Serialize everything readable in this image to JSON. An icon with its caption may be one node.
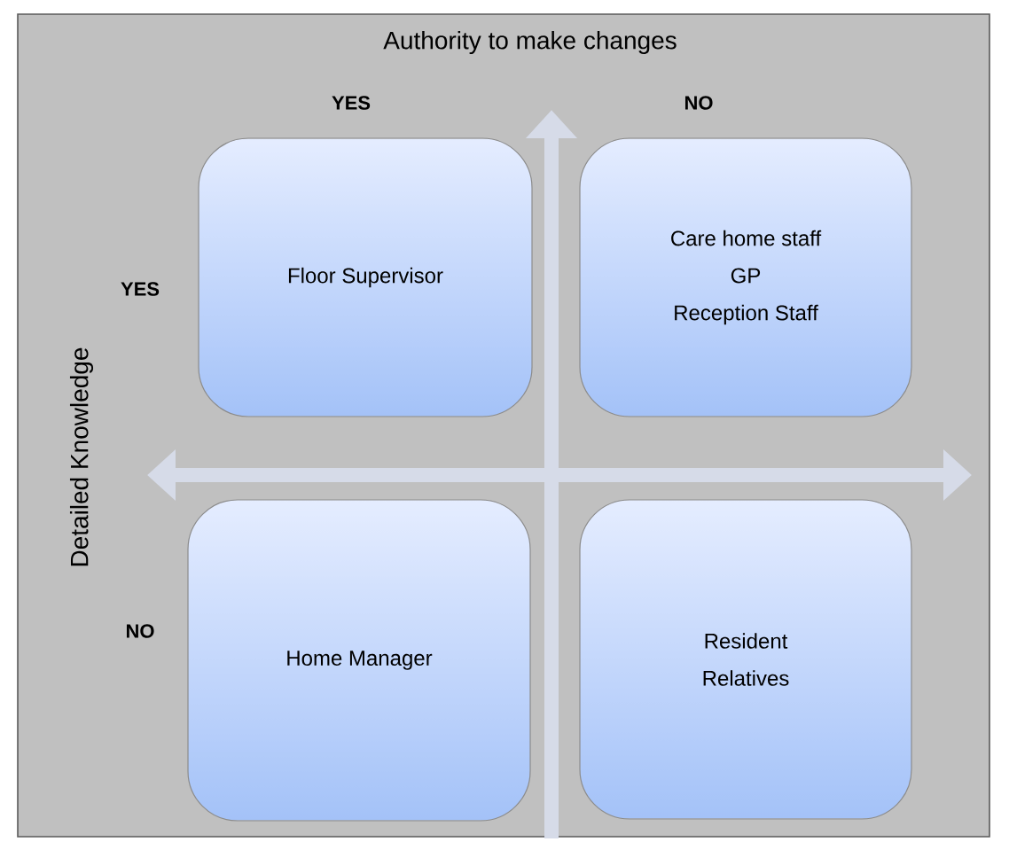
{
  "diagram": {
    "nodes": [
      {
        "text": [
          "Floor Supervisor"
        ]
      },
      {
        "text": [
          "Care home staff",
          "GP",
          "Reception Staff"
        ]
      },
      {
        "text": [
          "Home Manager"
        ]
      },
      {
        "text": [
          "Resident",
          "Relatives"
        ]
      }
    ],
    "labels": [
      "Authority to make changes",
      "YES",
      "NO",
      "YES",
      "Detailed Knowledge",
      "NO"
    ]
  }
}
